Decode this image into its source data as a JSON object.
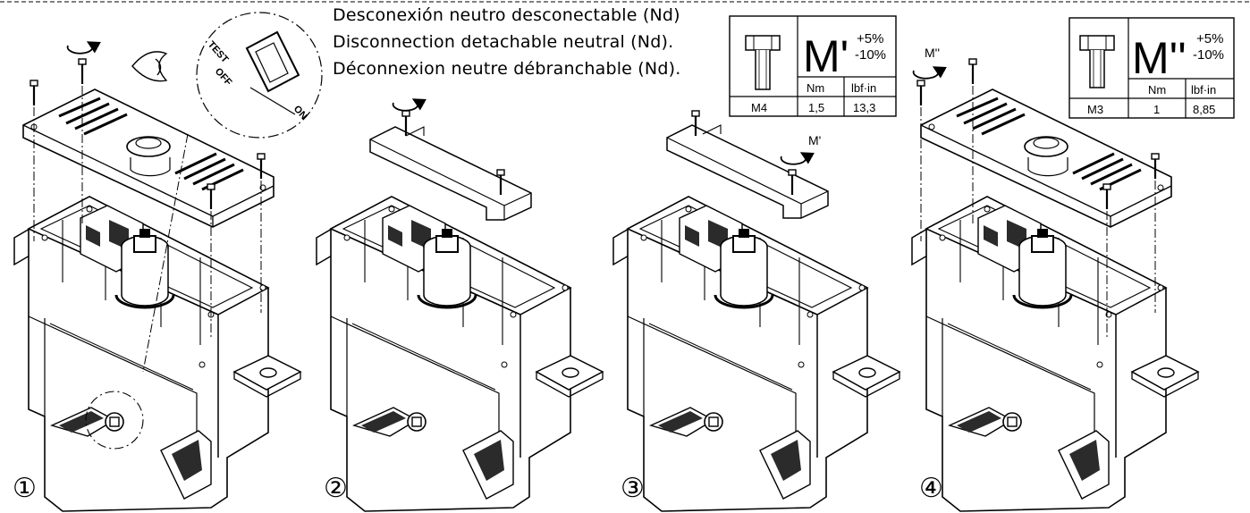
{
  "title": {
    "es": "Desconexión neutro desconectable (Nd)",
    "en": "Disconnection detachable neutral (Nd).",
    "fr": "Déconnexion neutre débranchable (Nd)."
  },
  "callout": {
    "test": "TEST",
    "off": "OFF",
    "on": "ON"
  },
  "torque_tables": [
    {
      "symbol": "M'",
      "tol_plus": "+5%",
      "tol_minus": "-10%",
      "unit_nm": "Nm",
      "unit_imp": "lbf·in",
      "screw": "M4",
      "value_nm": "1,5",
      "value_imp": "13,3"
    },
    {
      "symbol": "M''",
      "tol_plus": "+5%",
      "tol_minus": "-10%",
      "unit_nm": "Nm",
      "unit_imp": "lbf·in",
      "screw": "M3",
      "value_nm": "1",
      "value_imp": "8,85"
    }
  ],
  "arrow_labels": {
    "step3": "M'",
    "step4": "M''"
  },
  "steps": [
    "①",
    "②",
    "③",
    "④"
  ],
  "colors": {
    "line": "#000000",
    "fill": "#ffffff",
    "shade": "#2b2b2b"
  },
  "icons": [
    "screw-icon",
    "rotation-arrow-icon",
    "eye-icon",
    "neutral-module-icon",
    "cover-icon",
    "bridge-plate-icon"
  ]
}
